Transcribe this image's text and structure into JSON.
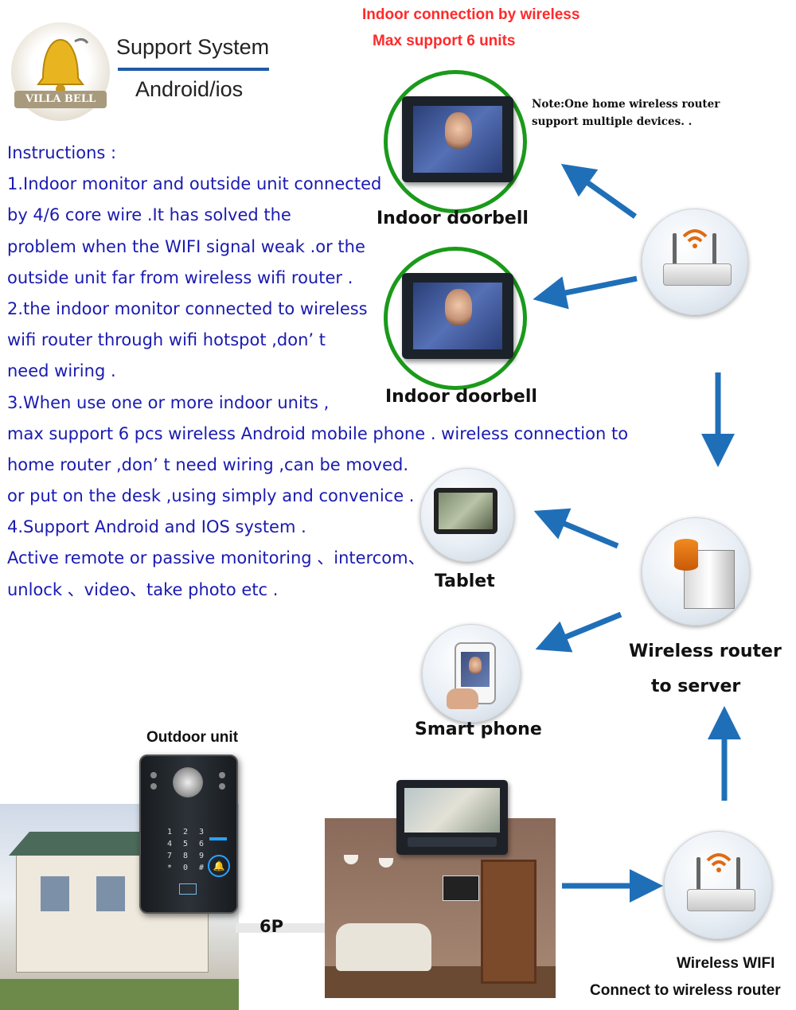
{
  "header": {
    "red_line1": "Indoor connection by wireless",
    "red_line2": "Max support 6 units",
    "logo_text": "VILLA BELL",
    "support_title": "Support System",
    "support_sub": "Android/ios",
    "note_line1": "Note:One home wireless router",
    "note_line2": "support multiple  devices. ."
  },
  "instructions": [
    "Instructions :",
    "1.Indoor monitor and outside unit connected",
    "by 4/6 core wire .It has solved the",
    "problem when the WIFI signal weak .or the",
    "outside unit far from wireless wifi router .",
    "2.the indoor monitor connected to wireless",
    "wifi router through wifi hotspot ,don’  t",
    "need  wiring .",
    "3.When use one or more indoor units ,",
    "max support 6 pcs   wireless Android mobile phone . wireless connection to",
    "home router ,don’  t need wiring ,can be moved.",
    "or put on the desk  ,using simply and convenice .",
    "4.Support Android and IOS system  .",
    "Active remote or passive monitoring 、intercom、",
    "unlock 、video、take photo etc ."
  ],
  "devices": {
    "indoor1_label": "Indoor doorbell",
    "indoor2_label": "Indoor doorbell",
    "tablet_label": "Tablet",
    "phone_label": "Smart phone",
    "server_label_line1": "Wireless router",
    "server_label_line2": "to server",
    "outdoor_label": "Outdoor unit",
    "cable_label": "6P",
    "wifi_label_line1": "Wireless WIFI",
    "wifi_label_line2": "Connect to wireless router",
    "keypad_keys": [
      "1",
      "2",
      "3",
      "4",
      "5",
      "6",
      "7",
      "8",
      "9",
      "*",
      "0",
      "#"
    ]
  },
  "colors": {
    "instruction_text": "#1a1ab0",
    "header_red": "#ff2a2a",
    "arrow_blue": "#1f6fb8",
    "ring_green": "#1a9a1a"
  }
}
